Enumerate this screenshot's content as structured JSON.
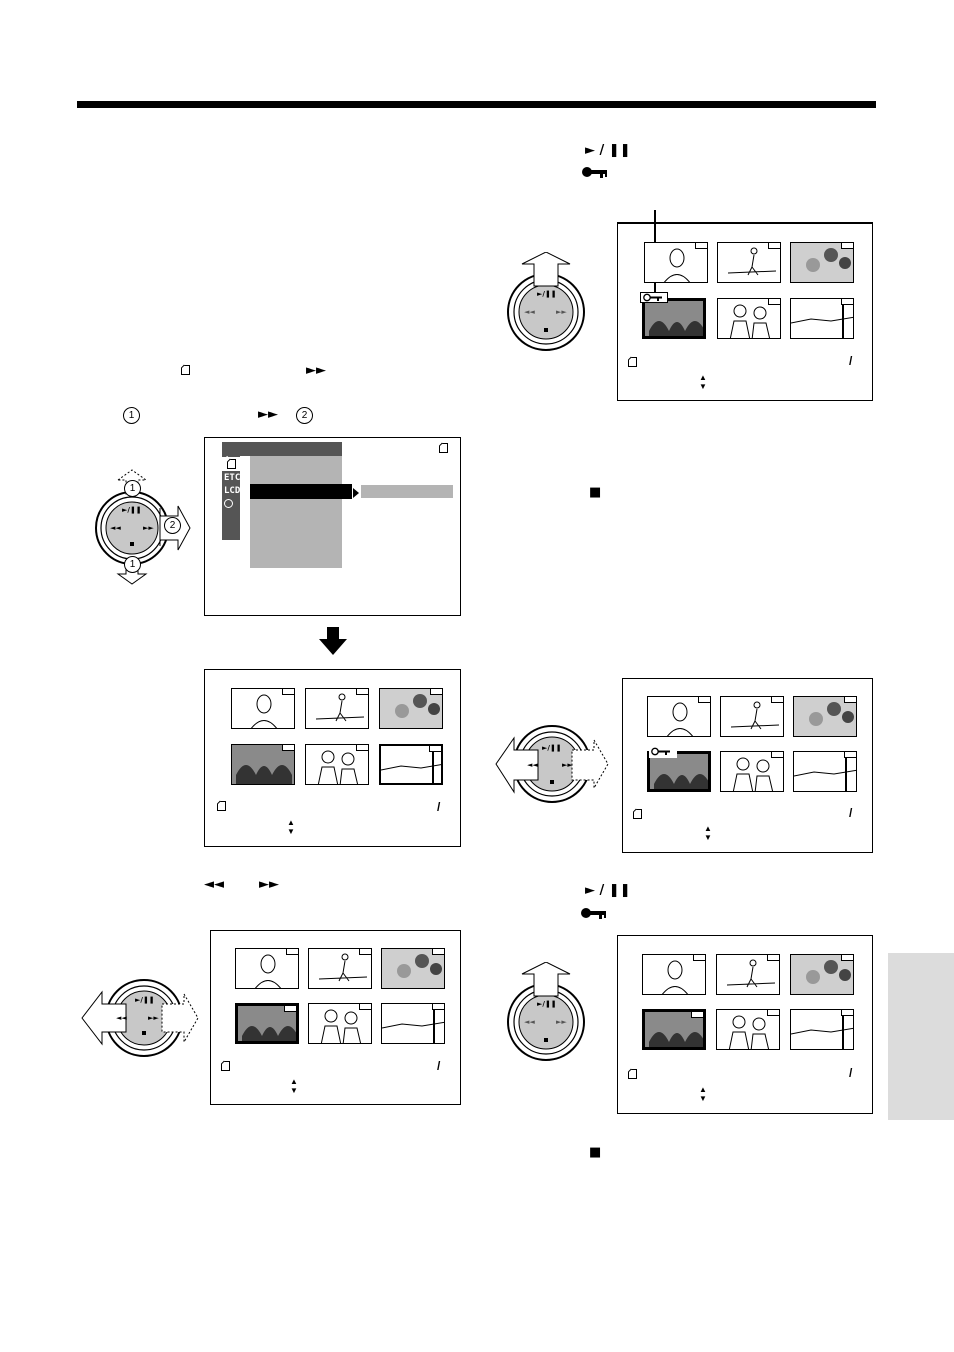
{
  "symbols": {
    "play_pause": "► / ❚❚",
    "play": "►",
    "pause": "❚❚",
    "slash": "/",
    "stop": "■",
    "fast_forward": "►►",
    "rewind": "◄◄",
    "circled_1": "1",
    "circled_2": "2",
    "up_down": "▲▼"
  },
  "menu": {
    "labels": [
      "ETC",
      "LCD"
    ]
  },
  "colors": {
    "rule": "#000000",
    "side_tab": "#dcdcdc",
    "menu_bar": "#555555",
    "menu_panel": "#b4b4b4"
  },
  "icons": [
    "card-icon",
    "key-icon",
    "down-arrow-icon",
    "dial-icon",
    "clock-icon"
  ]
}
